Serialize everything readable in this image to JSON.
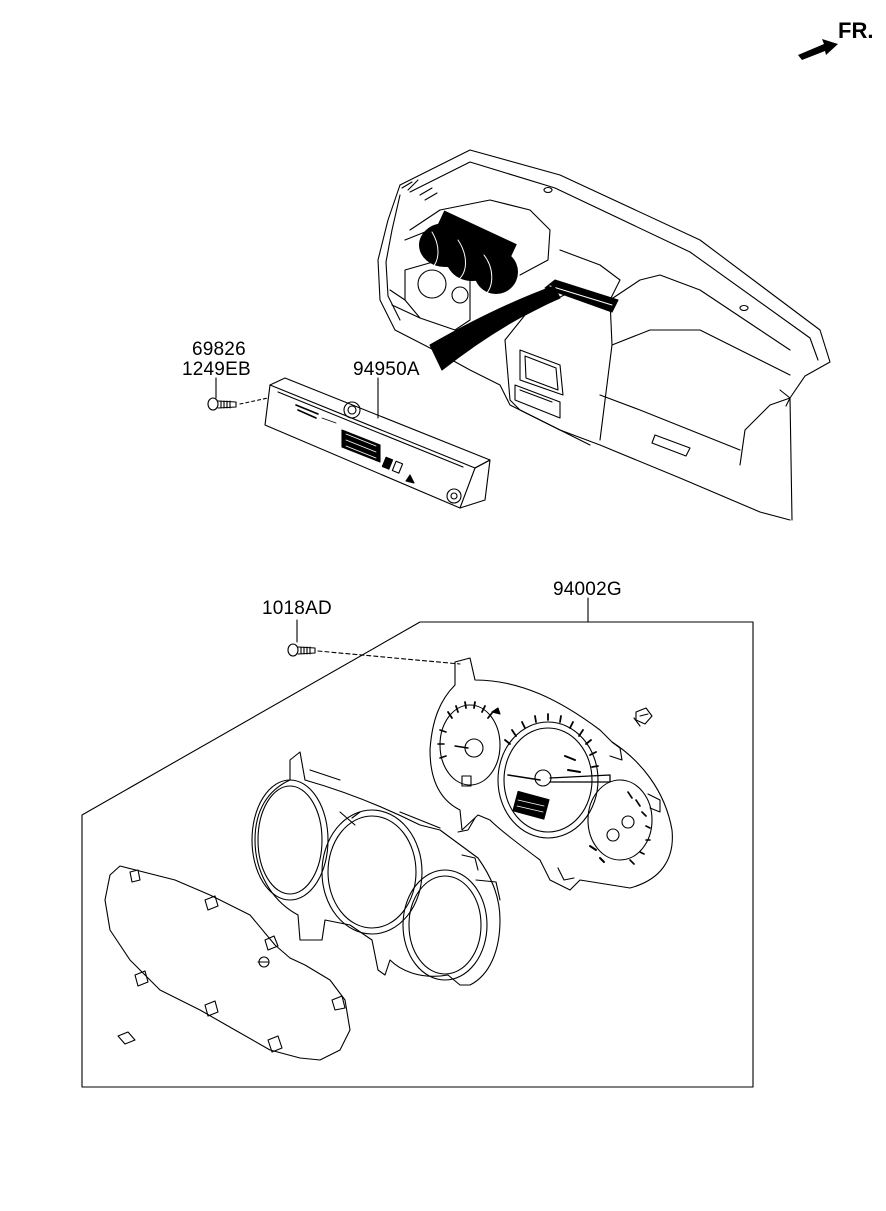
{
  "direction": {
    "label": "FR.",
    "icon": "arrow-forward-icon"
  },
  "labels": {
    "screw_top_a": "69826",
    "screw_top_b": "1249EB",
    "display_unit": "94950A",
    "screw_cluster": "1018AD",
    "cluster_assembly": "94002G"
  },
  "colors": {
    "line": "#000000",
    "background": "#ffffff"
  }
}
